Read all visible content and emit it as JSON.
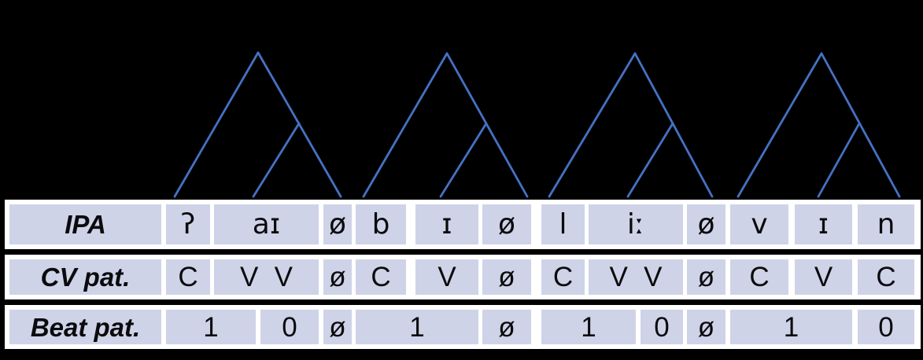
{
  "colors": {
    "background": "#000000",
    "row_band": "#ffffff",
    "cell_fill": "#cfd3e8",
    "tree_line": "#4472c4",
    "text": "#0b0b0d"
  },
  "trees": {
    "count": 4
  },
  "table": {
    "rows": [
      {
        "label": "IPA",
        "cells": [
          "ʔ",
          "aɪ",
          "ø",
          "b",
          "ɪ",
          "ø",
          "l",
          "iː",
          "ø",
          "v",
          "ɪ",
          "n"
        ]
      },
      {
        "label": "CV pat.",
        "cells": [
          "C",
          "V V",
          "ø",
          "C",
          "V",
          "ø",
          "C",
          "V V",
          "ø",
          "C",
          "V",
          "C"
        ]
      },
      {
        "label": "Beat pat.",
        "cells": [
          "1",
          "0",
          "ø",
          "1",
          "ø",
          "1",
          "0",
          "ø",
          "1",
          "0"
        ]
      }
    ]
  }
}
